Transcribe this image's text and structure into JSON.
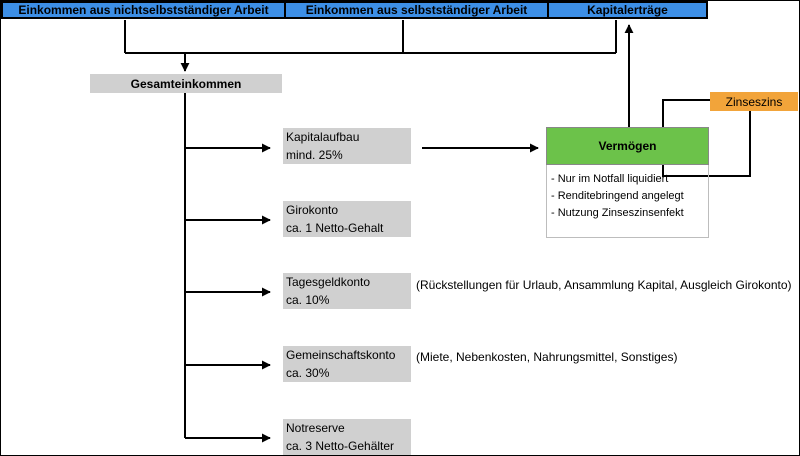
{
  "sources": [
    {
      "label": "Einkommen aus nichtselbstständiger Arbeit"
    },
    {
      "label": "Einkommen aus selbstständiger Arbeit"
    },
    {
      "label": "Kapitalerträge"
    }
  ],
  "total": {
    "label": "Gesamteinkommen"
  },
  "accounts": [
    {
      "name": "Kapitalaufbau",
      "share": "mind. 25%"
    },
    {
      "name": "Girokonto",
      "share": "ca. 1 Netto-Gehalt"
    },
    {
      "name": "Tagesgeldkonto",
      "share": "ca. 10%"
    },
    {
      "name": "Gemeinschaftskonto",
      "share": "ca. 30%"
    },
    {
      "name": "Notreserve",
      "share": "ca. 3 Netto-Gehälter"
    }
  ],
  "notes": {
    "tagesgeld": "(Rückstellungen für Urlaub, Ansammlung Kapital, Ausgleich Girokonto)",
    "gemeinschaft": "(Miete, Nebenkosten, Nahrungsmittel, Sonstiges)"
  },
  "vermoegen": {
    "label": "Vermögen",
    "points": [
      "- Nur im Notfall liquidiert",
      "- Renditebringend angelegt",
      "- Nutzung Zinseszinsenfekt"
    ]
  },
  "zinseszins": {
    "label": "Zinseszins"
  },
  "colors": {
    "source_fill": "#3d8fe6",
    "vermoegen_fill": "#6cc24a",
    "zinseszins_fill": "#f2a43a",
    "neutral_fill": "#d0d0d0"
  }
}
